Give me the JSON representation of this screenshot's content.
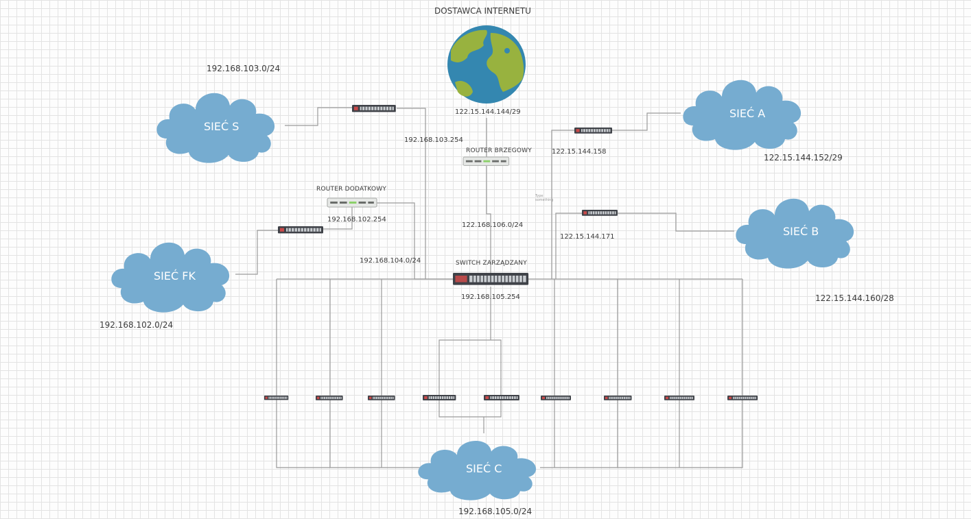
{
  "title": "DOSTAWCA INTERNETU",
  "devices": {
    "edge_router": "ROUTER BRZEGOWY",
    "aux_router": "ROUTER DODATKOWY",
    "managed_switch": "SWITCH ZARZĄDZANY"
  },
  "clouds": {
    "s": "SIEĆ S",
    "a": "SIEĆ A",
    "b": "SIEĆ B",
    "fk": "SIEĆ FK",
    "c": "SIEĆ C"
  },
  "addresses": {
    "net_s": "192.168.103.0/24",
    "internet": "122.15.144.144/29",
    "net_a": "122.15.144.152/29",
    "gw_s": "192.168.103.254",
    "gw_a": "122.15.144.158",
    "gw_fk": "192.168.102.254",
    "net_106": "122.168.106.0/24",
    "gw_b": "122.15.144.171",
    "net_104": "192.168.104.0/24",
    "gw_switch": "192.168.105.254",
    "net_b": "122.15.144.160/28",
    "net_fk": "192.168.102.0/24",
    "net_c": "192.168.105.0/24"
  },
  "misc": {
    "type_hint": "Type something"
  },
  "colors": {
    "cloud": "#76acd0",
    "ocean": "#3487b0",
    "land": "#98b23f",
    "line": "#9a9a9a",
    "switch_body": "#3f4248",
    "router_body": "#e6e8e6"
  }
}
